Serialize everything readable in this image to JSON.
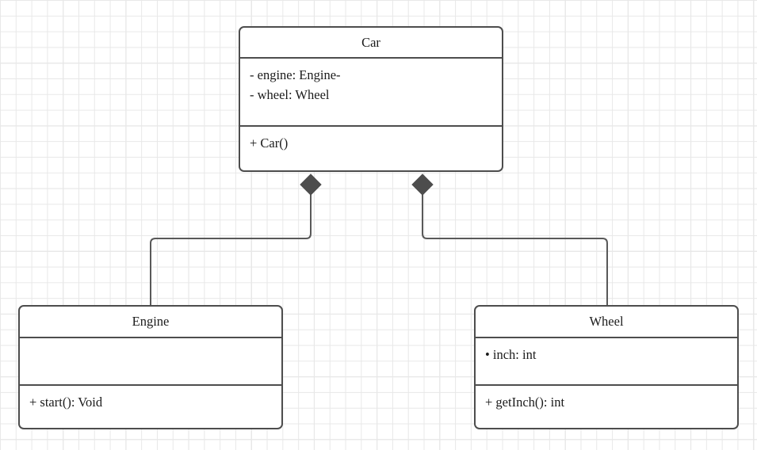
{
  "diagram": {
    "type": "uml-class-diagram",
    "background": "grid",
    "colors": {
      "border": "#4d4d4d",
      "text": "#1b1b1b",
      "connector": "#595959",
      "diamond_fill": "#4d4d4d",
      "grid_minor": "#e8e8e8",
      "grid_major": "#d5d5d5",
      "class_fill": "#ffffff"
    },
    "classes": [
      {
        "id": "car",
        "name": "Car",
        "attributes": [
          "- engine: Engine-",
          "- wheel: Wheel"
        ],
        "operations": [
          "+ Car()"
        ]
      },
      {
        "id": "engine",
        "name": "Engine",
        "attributes": [],
        "operations": [
          "+ start(): Void"
        ]
      },
      {
        "id": "wheel",
        "name": "Wheel",
        "attributes": [
          "• inch: int"
        ],
        "operations": [
          "+ getInch(): int"
        ]
      }
    ],
    "relationships": [
      {
        "id": "car-engine",
        "kind": "composition",
        "source": "Car",
        "target": "Engine",
        "source_marker": "filled-diamond"
      },
      {
        "id": "car-wheel",
        "kind": "composition",
        "source": "Car",
        "target": "Wheel",
        "source_marker": "filled-diamond"
      }
    ]
  }
}
